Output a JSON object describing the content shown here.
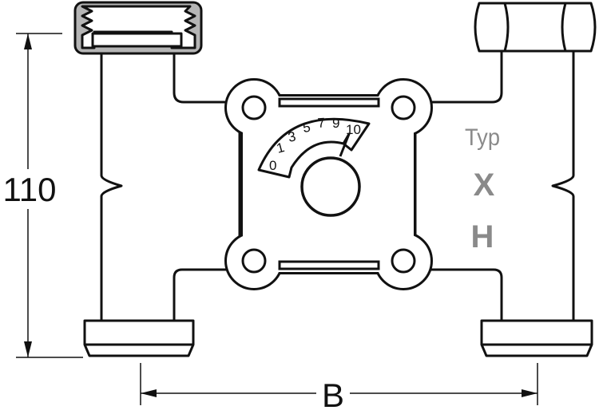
{
  "dimensions": {
    "height_label": "110",
    "width_label": "B"
  },
  "type_label": {
    "prefix": "Typ",
    "variants": [
      "X",
      "H"
    ]
  },
  "dial": {
    "scale": [
      "0",
      "1",
      "3",
      "5",
      "7",
      "9",
      "10"
    ]
  },
  "colors": {
    "line": "#111111",
    "thread_fill": "#b5b5b5",
    "type_text": "#8a8a8a"
  }
}
